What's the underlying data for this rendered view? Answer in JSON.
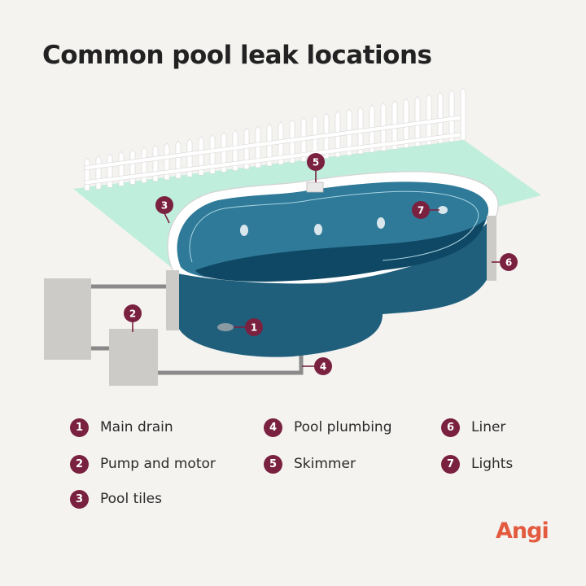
{
  "title": "Common pool leak locations",
  "brand": "Angi",
  "colors": {
    "background": "#f4f3f0",
    "marker": "#7a2140",
    "water": "#1f5f7c",
    "deck": "#bfeedd",
    "equipment": "#cdcbc7",
    "pipe": "#8a8a8a",
    "brand": "#e35a3f"
  },
  "markers": [
    {
      "number": "1",
      "label": "Main drain"
    },
    {
      "number": "2",
      "label": "Pump and motor"
    },
    {
      "number": "3",
      "label": "Pool tiles"
    },
    {
      "number": "4",
      "label": "Pool plumbing"
    },
    {
      "number": "5",
      "label": "Skimmer"
    },
    {
      "number": "6",
      "label": "Liner"
    },
    {
      "number": "7",
      "label": "Lights"
    }
  ]
}
